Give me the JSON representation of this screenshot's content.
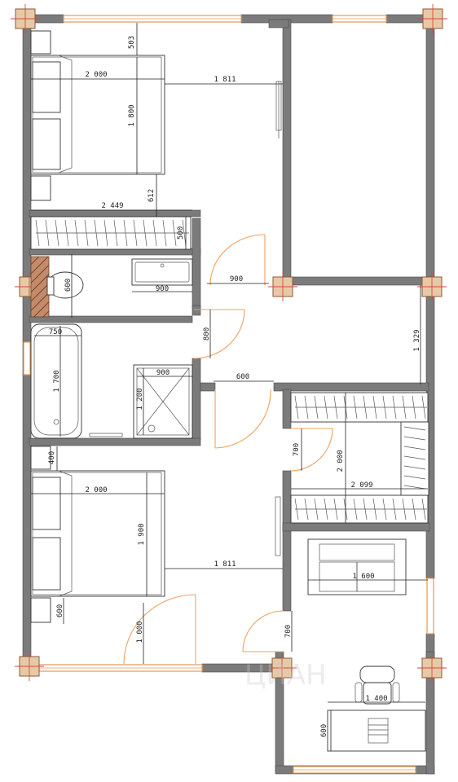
{
  "dimensions": {
    "d503": "503",
    "d2000_top": "2 000",
    "d1811_top": "1 811",
    "d1800": "1 800",
    "d612": "612",
    "d2449": "2 449",
    "d500": "500",
    "d900_door": "900",
    "d900_sink": "900",
    "d600_wc": "600",
    "d750": "750",
    "d1700": "1 700",
    "d800": "800",
    "d1329": "1 329",
    "d900_shower": "900",
    "d1200": "1 200",
    "d600_corridor": "600",
    "d2000_wardrobe": "2 000",
    "d700_a": "700",
    "d2099": "2 099",
    "d400": "400",
    "d2000_bottom": "2 000",
    "d1900": "1 900",
    "d1811_bottom": "1 811",
    "d1600": "1 600",
    "d600_bottom": "600",
    "d1000": "1 000",
    "d700_b": "700",
    "d1400": "1 400",
    "d600_desk": "600"
  },
  "watermark": "ЦИАН",
  "colors": {
    "wall": "#7b7b7b",
    "column": "#e8c9a7",
    "window": "#e29a56",
    "door": "#f0a15a",
    "dimension": "#222222"
  }
}
